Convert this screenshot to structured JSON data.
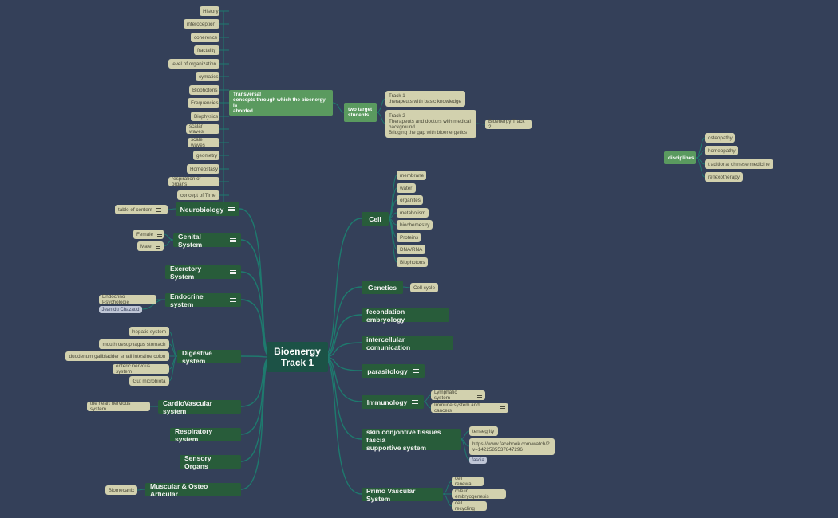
{
  "colors": {
    "background": "#344059",
    "root": "#1c5246",
    "branch": "#285c3a",
    "leaf": "#d2d1ae",
    "highlight": "#5a9a5f",
    "link": "#1e7a6e"
  },
  "root": {
    "label": "Bioenergy\nTrack 1"
  },
  "left_branches": [
    {
      "label": "Neurobiology",
      "note_icon": true,
      "children": [
        {
          "label": "table of content",
          "note_icon": true
        }
      ]
    },
    {
      "label": "Genital System",
      "note_icon": true,
      "children": [
        {
          "label": "Female",
          "note_icon": true
        },
        {
          "label": "Male",
          "note_icon": true
        }
      ]
    },
    {
      "label": "Excretory System",
      "note_icon": true,
      "children": []
    },
    {
      "label": "Endocrine system",
      "note_icon": true,
      "children": [
        {
          "label": "Endocrino Psychologie"
        }
      ],
      "tag": "Jean du Chazaud"
    },
    {
      "label": "Digestive system",
      "children": [
        {
          "label": "hepatic system"
        },
        {
          "label": "mouth oesophagus stomach"
        },
        {
          "label": "duodenum gallbladder small intestine colon"
        },
        {
          "label": "enteric nervous system"
        },
        {
          "label": "Gut microbiota"
        }
      ]
    },
    {
      "label": "CardioVascular system",
      "children": [
        {
          "label": "the heart nervious system"
        }
      ]
    },
    {
      "label": "Respiratory system",
      "children": []
    },
    {
      "label": "Sensory Organs",
      "children": []
    },
    {
      "label": "Muscular & Osteo Articular",
      "children": [
        {
          "label": "Biomecanic"
        }
      ]
    }
  ],
  "right_branches": [
    {
      "label": "Cell",
      "children": [
        {
          "label": "membrane"
        },
        {
          "label": "water"
        },
        {
          "label": "organites"
        },
        {
          "label": "metabolism"
        },
        {
          "label": "biochemestry"
        },
        {
          "label": "Proteins"
        },
        {
          "label": "DNA/RNA"
        },
        {
          "label": "Biophotons"
        }
      ]
    },
    {
      "label": "Genetics",
      "children": [
        {
          "label": "Cell cycle"
        }
      ]
    },
    {
      "label": "fecondation embryology",
      "children": []
    },
    {
      "label": "intercellular comunication",
      "children": []
    },
    {
      "label": "parasitology",
      "note_icon": true,
      "children": []
    },
    {
      "label": "Immunology",
      "note_icon": true,
      "children": [
        {
          "label": "Lymphatic system",
          "note_icon": true
        },
        {
          "label": "Immune system and cancers",
          "note_icon": true
        }
      ]
    },
    {
      "label": "skin conjontive tissues fascia\nsupportive system",
      "children": [
        {
          "label": "tensegrity"
        },
        {
          "label": "https://www.facebook.com/watch/?\nv=1422585537847296"
        }
      ],
      "tag": "fascia"
    },
    {
      "label": "Primo Vascular System",
      "children": [
        {
          "label": "cell renewal"
        },
        {
          "label": "role in embryogenesis"
        },
        {
          "label": "cell recycling"
        }
      ]
    }
  ],
  "transversal": {
    "label": "Transversal\nconcepts through which the bioenergy is\naborded",
    "children": [
      "History",
      "interoception",
      "coherence",
      "fractality",
      "level of organization",
      "cymatics",
      "Biophotons",
      "Frequencies",
      "Biophysics",
      "scalar waves",
      "scale waves",
      "geometry",
      "Homeostasy",
      "respiration of organs",
      "concept of Time"
    ]
  },
  "students": {
    "label": "two target\nstudents",
    "track1": "Track 1\ntherapeuts with basic knowledge",
    "track2": "Track 2\nTherapeuts and doctors with medical\nbackground\nBridging the gap with bioenergetics",
    "track2_link": "Bioenergy Track 2"
  },
  "disciplines": {
    "label": "disciplines",
    "children": [
      "osteopathy",
      "homeopathy",
      "traditional chinese medicine",
      "reflexotherapy"
    ]
  }
}
